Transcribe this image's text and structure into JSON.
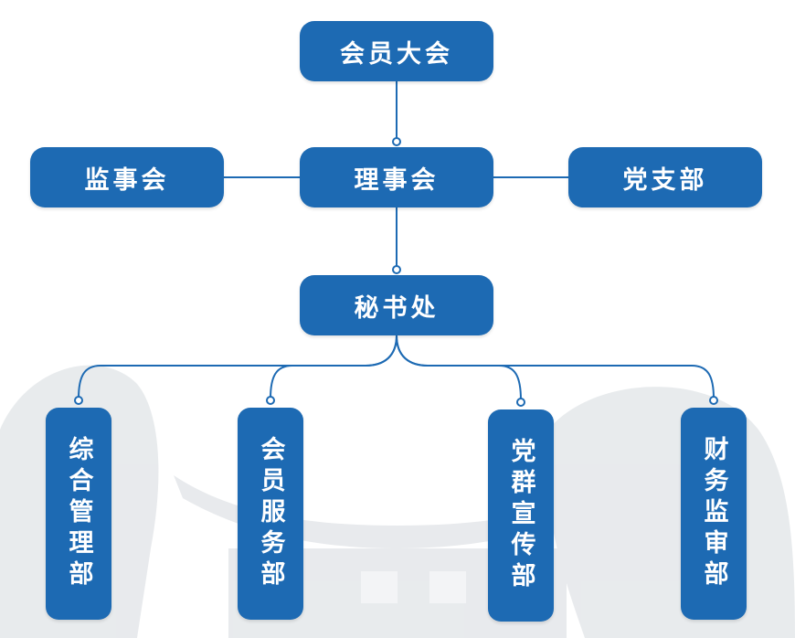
{
  "diagram": {
    "nodes": {
      "assembly": "会员大会",
      "council": "理事会",
      "supervisory": "监事会",
      "party_branch": "党支部",
      "secretariat": "秘书处",
      "departments": [
        "综合管理部",
        "会员服务部",
        "党群宣传部",
        "财务监审部"
      ]
    },
    "edges": [
      [
        "会员大会",
        "理事会"
      ],
      [
        "监事会",
        "理事会"
      ],
      [
        "党支部",
        "理事会"
      ],
      [
        "理事会",
        "秘书处"
      ],
      [
        "秘书处",
        "综合管理部"
      ],
      [
        "秘书处",
        "会员服务部"
      ],
      [
        "秘书处",
        "党群宣传部"
      ],
      [
        "秘书处",
        "财务监审部"
      ]
    ],
    "colors": {
      "node_fill": "#1d6ab3",
      "node_text": "#ffffff",
      "connector": "#1d6ab3",
      "watermark": "#e4e7ea"
    }
  }
}
